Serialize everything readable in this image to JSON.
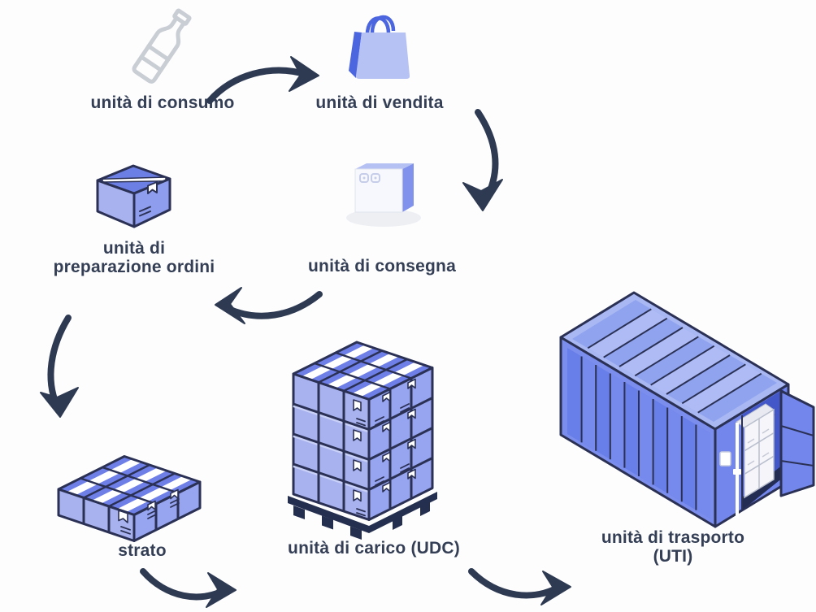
{
  "diagram": {
    "background": "#fdfdfe",
    "palette": {
      "navy_arrow_text": "#2e3a52",
      "outline_navy": "#2b3154",
      "label_text": "#343f55",
      "box_top_blue": "#6f7fe8",
      "box_front_periwinkle": "#a8b2ef",
      "box_side_periwinkle": "#97a5f0",
      "bag_front": "#b6c1f4",
      "bag_side_handles": "#4c66e0",
      "container_side": "#6b83ea",
      "container_top": "#8fa3ef",
      "container_interior": "#4457c8",
      "bottle_grey": "#c9cdd4",
      "white": "#ffffff"
    },
    "nodes": {
      "consumo": {
        "label": "unità di consumo",
        "icon": "bottle"
      },
      "vendita": {
        "label": "unità di vendita",
        "icon": "shopping-bag"
      },
      "preparazione": {
        "label": "unità di preparazione ordini",
        "lines": [
          "unità di",
          "preparazione ordini"
        ],
        "icon": "cardboard-box"
      },
      "consegna": {
        "label": "unità di consegna",
        "icon": "delivery-package"
      },
      "strato": {
        "label": "strato",
        "icon": "box-layer"
      },
      "carico": {
        "label": "unità di carico (UDC)",
        "icon": "pallet-load"
      },
      "trasporto": {
        "label": "unità di trasporto (UTI)",
        "lines": [
          "unità di trasporto",
          "(UTI)"
        ],
        "icon": "shipping-container"
      }
    },
    "flow": [
      {
        "from": "unità di consumo",
        "to": "unità di vendita"
      },
      {
        "from": "unità di vendita",
        "to": "unità di consegna"
      },
      {
        "from": "unità di consegna",
        "to": "unità di preparazione ordini"
      },
      {
        "from": "unità di preparazione ordini",
        "to": "strato"
      },
      {
        "from": "strato",
        "to": "unità di carico (UDC)"
      },
      {
        "from": "unità di carico (UDC)",
        "to": "unità di trasporto (UTI)"
      }
    ]
  }
}
